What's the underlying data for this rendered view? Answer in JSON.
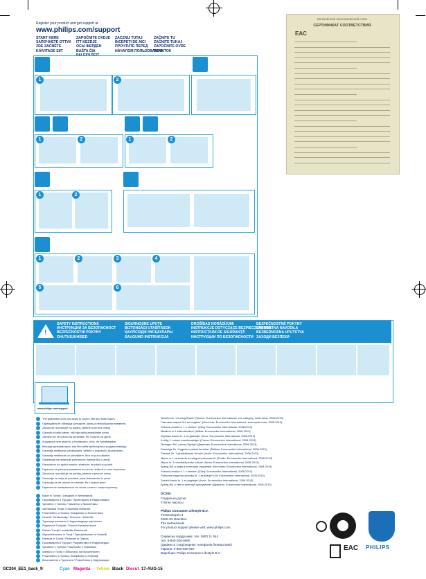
{
  "header": {
    "register_line": "Register your product and get support at",
    "url": "www.philips.com/support"
  },
  "start_labels": [
    "START HERE\nЗАПОЧНЕТЕ ОТТУК\nZDE ZAČNĚTE\nKÄIVITAGE SIIT",
    "ZAPOČNITE OVDJE\nITT KEZDJE\nОСЫ ЖЕРДЕН\nBAŠTA ČIA\nPALEIDI ŠEIT",
    "ZACZNIJ TUTAJ\nÎNCEPEȚI DE AICI\nПРОЧТИТЕ ПЕРЕД\nНАЧАЛОМ ПОЛЬЗОВАНИЯ",
    "ZAČNITE TU\nZAČNITE TUKAJ\nZAPOČNITE OVDE\nПОЧАТОК"
  ],
  "certificate": {
    "title_top": "ЕВРАЗИЙСКИЙ ЭКОНОМИЧЕСКИЙ СОЮЗ",
    "title": "СЕРТИФИКАТ СООТВЕТСТВИЯ",
    "mark": "EAC"
  },
  "safety_headers": [
    "SAFETY INSTRUCTIONS\nИНСТРУКЦИИ ЗА БЕЗОПАСНОСТ\nBEZPEČNOSTNÍ POKYNY\nOHUTUSJUHISED",
    "SIGURNOSNE UPUTE\nBIZTONSÁGI UTASÍTÁSOK\nҚАУІПСІЗДІК НҰСҚАУЛАРЫ\nSAUGUMO INSTRUKCIJA",
    "DROŠĪBAS NORĀDĪJUMI\nINSTRUKCJE DOTYCZĄCE BEZPIECZEŃSTWA\nINSTRUCȚIUNI DE SIGURANȚĂ\nИНСТРУКЦИИ ПО БЕЗОПАСНОСТИ",
    "BEZPEČNOSTNÉ POKYNY\nVARNOSTNA NAVODILA\nBEZBEDNOSNA UPUTSTVA\nЗАХОДИ БЕЗПЕКИ"
  ],
  "guarantee_lines": [
    "The guarantee does not apply to covers, felt and foam layers.",
    "Гаранцията не обхваща калъфите, филц и пенообразни елементи.",
    "Záruka se nevztahuje na potahy, plstěné a pěnové vrstvy.",
    "Garantii ei kehti katete, vilti ega vahtkummikihtide kohta.",
    "Jamstvo se ne odnosi na presvlake, filc i slojeve od pjene.",
    "A garancia nem terjed ki a borításokra, a filc- és habrétegekre.",
    "Кепілдік қаптамаларға, киіз бен көбік қабаттарына қолданылмайды.",
    "Garantija netaikoma užvalkalams, veltinio ir putplasčio sluoksniams.",
    "Garantija neattiecas uz pārvalkiem, filca un putu slāņiem.",
    "Gwarancja nie obejmuje pokrowców, warstw filcu i pianki.",
    "Garanția nu se aplică huselor, straturilor de pâslă și spumă.",
    "Гарантия не распространяется на чехлы, войлок и слои поролона.",
    "Záruka sa nevzťahuje na poťahy, plstené a penové vrstvy.",
    "Garancija ne velja za prevleke, plast klobučevine in pene.",
    "Garancija se ne odnosi na navlake, filc i slojeve pene.",
    "Гарантія не поширюється на чохли, повсть і шари поролону."
  ],
  "made_lines": [
    "Made in Turkey / Designed in Netherlands",
    "Произведено в Турция / Проектирано в Нидерландия",
    "Vyrobeno v Turecku / Navrženo v Nizozemsku",
    "Valmistatud Türgis / Disainitud Hollandis",
    "Proizvedeno u Turskoj / Dizajnirano u Nizozemskoj",
    "Készült: Törökország / Tervezve: Hollandia",
    "Түркияда жасалған / Нидерландыда әзірленген",
    "Pagaminta Turkijoje / Sukurta Nyderlanduose",
    "Ražots Turcijā / Izstrādāts Nīderlandē",
    "Wyprodukowano w Turcji / Zaprojektowano w Holandii",
    "Fabricat în Turcia / Proiectat în Olanda",
    "Произведено в Турции / Разработано в Нидерландах",
    "Vyrobené v Turecku / Navrhnuté v Holandsku",
    "Izdelano v Turčiji / Oblikovano na Nizozemskem",
    "Proizvedeno u Turskoj / Dizajnirano u Holandiji",
    "Виготовлено в Туреччині / Розроблено в Нідерландах"
  ],
  "award_lines": [
    "World's No. 1 ironing Brand* (Source: Euromonitor International, iron category, retail value, 2008-2013)",
    "Световна марка №1 за гладене* (Източник: Euromonitor International, категория ютии, 2008-2013)",
    "Světová značka č. 1 v žehlení* (Zdroj: Euromonitor International, 2008-2013)",
    "Maailma nr 1 triikimisbränd* (Allikas: Euromonitor International, 2008-2013)",
    "Svjetska marka br. 1 za glačanje* (Izvor: Euromonitor International, 2008-2013)",
    "A világ 1. számú vasalómárkája* (Forrás: Euromonitor International, 2008-2013)",
    "Әлемдегі №1 үтіктеу бренді* (Дереккөз: Euromonitor International, 2008-2013)",
    "Pasaulyje Nr. 1 lyginimo prekės ženklas* (Šaltinis: Euromonitor International, 2008-2013)",
    "Pasaulē Nr. 1 gludināšanas zīmols* (Avots: Euromonitor International, 2008-2013)",
    "Marka nr 1 na świecie w kategorii prasowania* (Źródło: Euromonitor International, 2008-2013)",
    "Marca nr. 1 mondială pentru călcat* (Sursa: Euromonitor International, 2008-2013)",
    "Бренд №1 в мире в категории глажения* (Источник: Euromonitor International, 2008-2013)",
    "Svetová značka č. 1 v žehlení* (Zdroj: Euromonitor International, 2008-2013)",
    "Svetovna blagovna znamka št. 1 za likanje* (Vir: Euromonitor International, 2008-2013)",
    "Svetski brend br. 1 za peglanje* (Izvor: Euromonitor International, 2008-2013)",
    "Бренд №1 у світі в категорії прасування* (Джерело: Euromonitor International, 2008-2013)"
  ],
  "model": {
    "code": "GC204",
    "lines": [
      "Гладильна доска",
      "Үтіктеу тақтасы"
    ]
  },
  "company": {
    "lines": [
      "Philips Consumer Lifestyle B.V.",
      "Tussendiepen 4",
      "9206 AD Drachten",
      "The Netherlands",
      "For product support please visit: www.philips.com"
    ]
  },
  "import_lines": [
    "Сервисна поддръжка: тел. 0800 11 544",
    "тел. 8-800-200-0880",
    "(дзвінки зі стаціонарних телефонів безкоштовні)",
    "Україна: 0-800-500-697",
    "Виробник: Philips Consumer Lifestyle B.V."
  ],
  "marks": {
    "eac": "EAC",
    "brand": "PHILIPS"
  },
  "footer": {
    "code": "GC204_EE1_back_fr",
    "cyan": "Cyan",
    "magenta": "Magenta",
    "yellow": "Yellow",
    "black": "Black",
    "diecut": "Diecut",
    "date": "17-AUG-15"
  },
  "colors": {
    "blue": "#1b8fd0",
    "navy": "#0b2a66",
    "light": "#dff1fb",
    "cyan": "#1aa3e0",
    "magenta": "#e6007e",
    "yellow": "#ffe600"
  }
}
